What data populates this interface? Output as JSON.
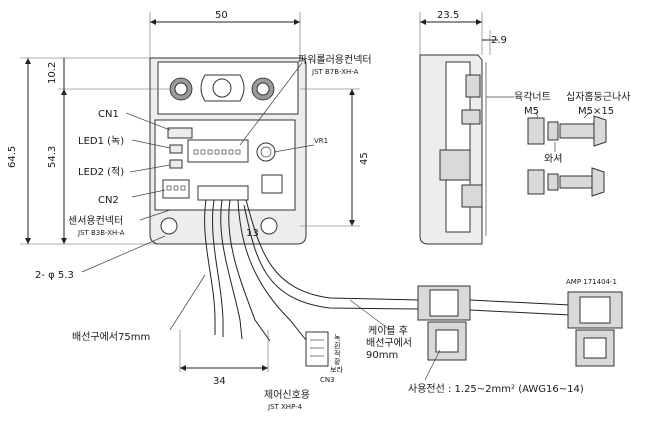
{
  "dimensions": {
    "width_50": "50",
    "width_23_5": "23.5",
    "thickness_2_9": "2.9",
    "height_64_5": "64.5",
    "height_54_3": "54.3",
    "top_10_2": "10.2",
    "height_45": "45",
    "hole_dia": "2- φ 5.3",
    "lead_34": "34"
  },
  "labels": {
    "power_connector": "파워롤러용컨넥터",
    "power_connector_part": "JST B7B-XH-A",
    "cn1": "CN1",
    "led1": "LED1 (녹)",
    "led2": "LED2 (적)",
    "cn2": "CN2",
    "sensor_connector": "센서용컨넥터",
    "sensor_connector_part": "JST B3B-XH-A",
    "vr1": "VR1",
    "hex_nut": "육각너트",
    "hex_nut_size": "M5",
    "cross_screw": "십자홈둥근나사",
    "cross_screw_size": "M5×15",
    "washer": "와셔",
    "plate_13": "13",
    "amp_part": "AMP 171404-1",
    "lead_75": "배선구에서75mm",
    "cable_from_port_1": "케이블 후",
    "cable_from_port_2": "배선구에서",
    "cable_from_port_3": "90mm",
    "wire_colors": "녹\n흰\n적\n황\n보라",
    "wire_green": "녹",
    "wire_white": "흰",
    "wire_red": "적",
    "wire_yellow": "황",
    "wire_purple": "보라",
    "cn3": "CN3",
    "control_signal": "제어신호용",
    "control_signal_part": "JST XHP-4",
    "wire_spec": "사용전선 : 1.25~2mm² (AWG16~14)"
  }
}
